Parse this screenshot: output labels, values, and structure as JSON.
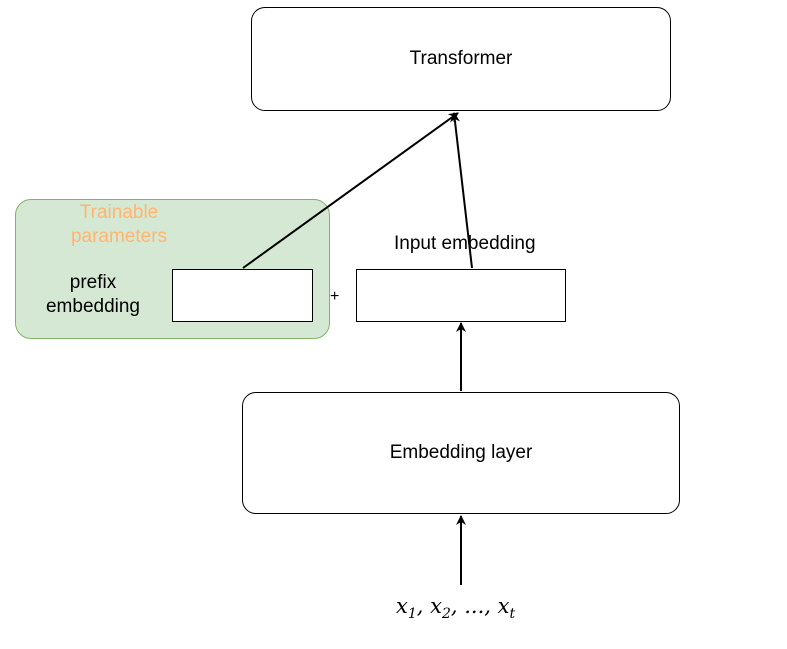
{
  "nodes": {
    "transformer": "Transformer",
    "embedding_layer": "Embedding layer",
    "input_embedding": "Input embedding",
    "trainable_parameters": "Trainable parameters",
    "prefix_embedding": "prefix embedding",
    "plus": "+",
    "tokens": {
      "base": "x",
      "subscripts": [
        "1",
        "2",
        "t"
      ],
      "separator": ", ",
      "ellipsis": "..."
    }
  },
  "colors": {
    "trainable_fill": "#d5e8d4",
    "trainable_border": "#82b366",
    "trainable_text": "#ffb570",
    "stroke": "#000000"
  },
  "edges": [
    {
      "from": "tokens",
      "to": "embedding_layer"
    },
    {
      "from": "embedding_layer",
      "to": "input_embedding"
    },
    {
      "from": "input_embedding",
      "to": "transformer"
    },
    {
      "from": "prefix_embedding",
      "to": "transformer"
    }
  ]
}
